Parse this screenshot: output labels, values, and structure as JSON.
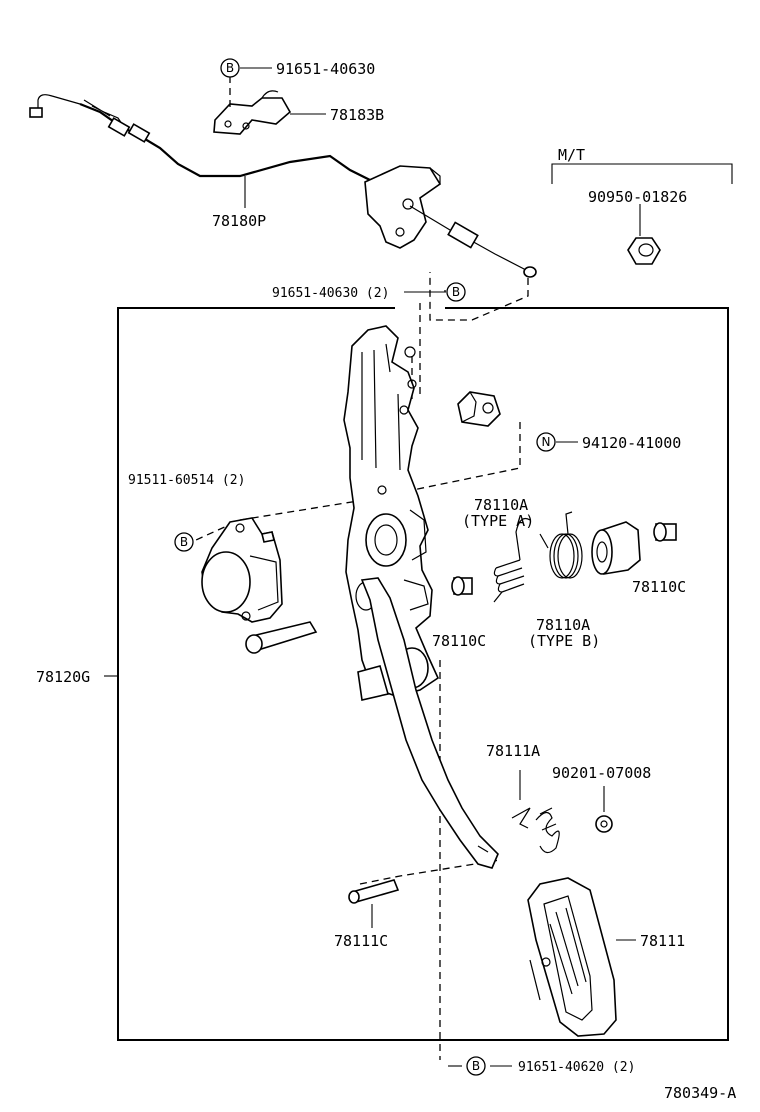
{
  "labels": {
    "bolt_top": "91651-40630",
    "bracket": "78183B",
    "cable": "78180P",
    "mt_group": "M/T",
    "nut": "90950-01826",
    "bolt_mid": "91651-40630 (2)",
    "nut_n": "94120-41000",
    "bolt_sensor": "91511-60514 (2)",
    "spring_a": "78110A",
    "spring_a_type": "(TYPE A)",
    "bushing_right": "78110C",
    "spring_b": "78110A",
    "spring_b_type": "(TYPE B)",
    "bushing_mid": "78110C",
    "pedal_assy": "78120G",
    "spring_return": "78111A",
    "clip": "90201-07008",
    "pin": "78111C",
    "pedal_pad": "78111",
    "bolt_bottom": "91651-40620 (2)",
    "drawing_no": "780349-A"
  },
  "markers": {
    "b": "B",
    "n": "N"
  }
}
